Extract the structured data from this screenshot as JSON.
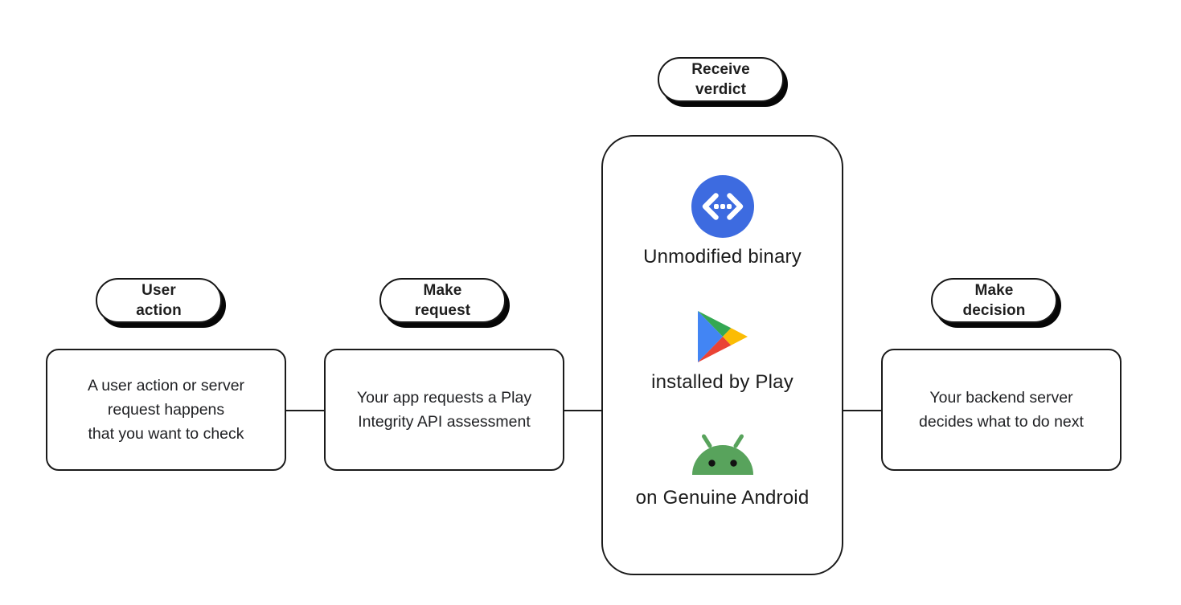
{
  "steps": [
    {
      "id": "user-action",
      "pill_lines": [
        "User",
        "action"
      ],
      "box_lines": [
        "A user action or server",
        "request happens",
        "that you want to check"
      ]
    },
    {
      "id": "make-request",
      "pill_lines": [
        "Make",
        "request"
      ],
      "box_lines": [
        "Your app requests a Play",
        "Integrity API assessment"
      ]
    },
    {
      "id": "receive-verdict",
      "pill_lines": [
        "Receive",
        "verdict"
      ],
      "verdicts": [
        {
          "icon": "code-circle-icon",
          "label": "Unmodified binary"
        },
        {
          "icon": "google-play-icon",
          "label": "installed by Play"
        },
        {
          "icon": "android-head-icon",
          "label": "on Genuine Android"
        }
      ]
    },
    {
      "id": "make-decision",
      "pill_lines": [
        "Make",
        "decision"
      ],
      "box_lines": [
        "Your backend server",
        "decides what to do next"
      ]
    }
  ],
  "colors": {
    "ink": "#1b1b1b",
    "code_circle_blue": "#3D6BE0",
    "play_blue": "#4285F4",
    "play_green": "#34A853",
    "play_yellow": "#FBBC04",
    "play_red": "#EA4335",
    "android_green": "#58A35C",
    "eye_black": "#121212"
  }
}
